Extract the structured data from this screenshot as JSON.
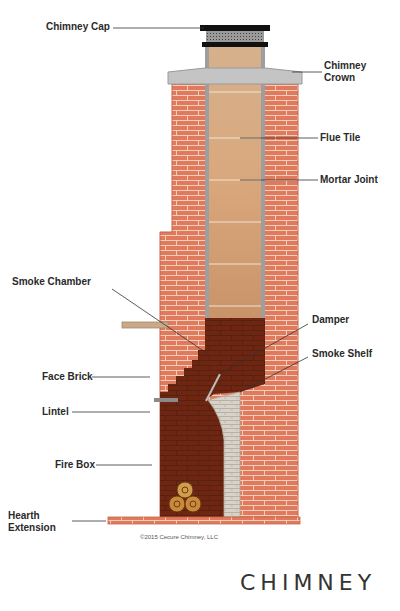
{
  "diagram": {
    "caption": "CHIMNEY",
    "labels": [
      "Chimney Cap",
      "Chimney Crown",
      "Flue Tile",
      "Mortar Joint",
      "Smoke Chamber",
      "Damper",
      "Smoke Shelf",
      "Face Brick",
      "Lintel",
      "Fire Box",
      "Hearth Extension",
      "©2015 Cecure Chimney, LLC"
    ]
  }
}
